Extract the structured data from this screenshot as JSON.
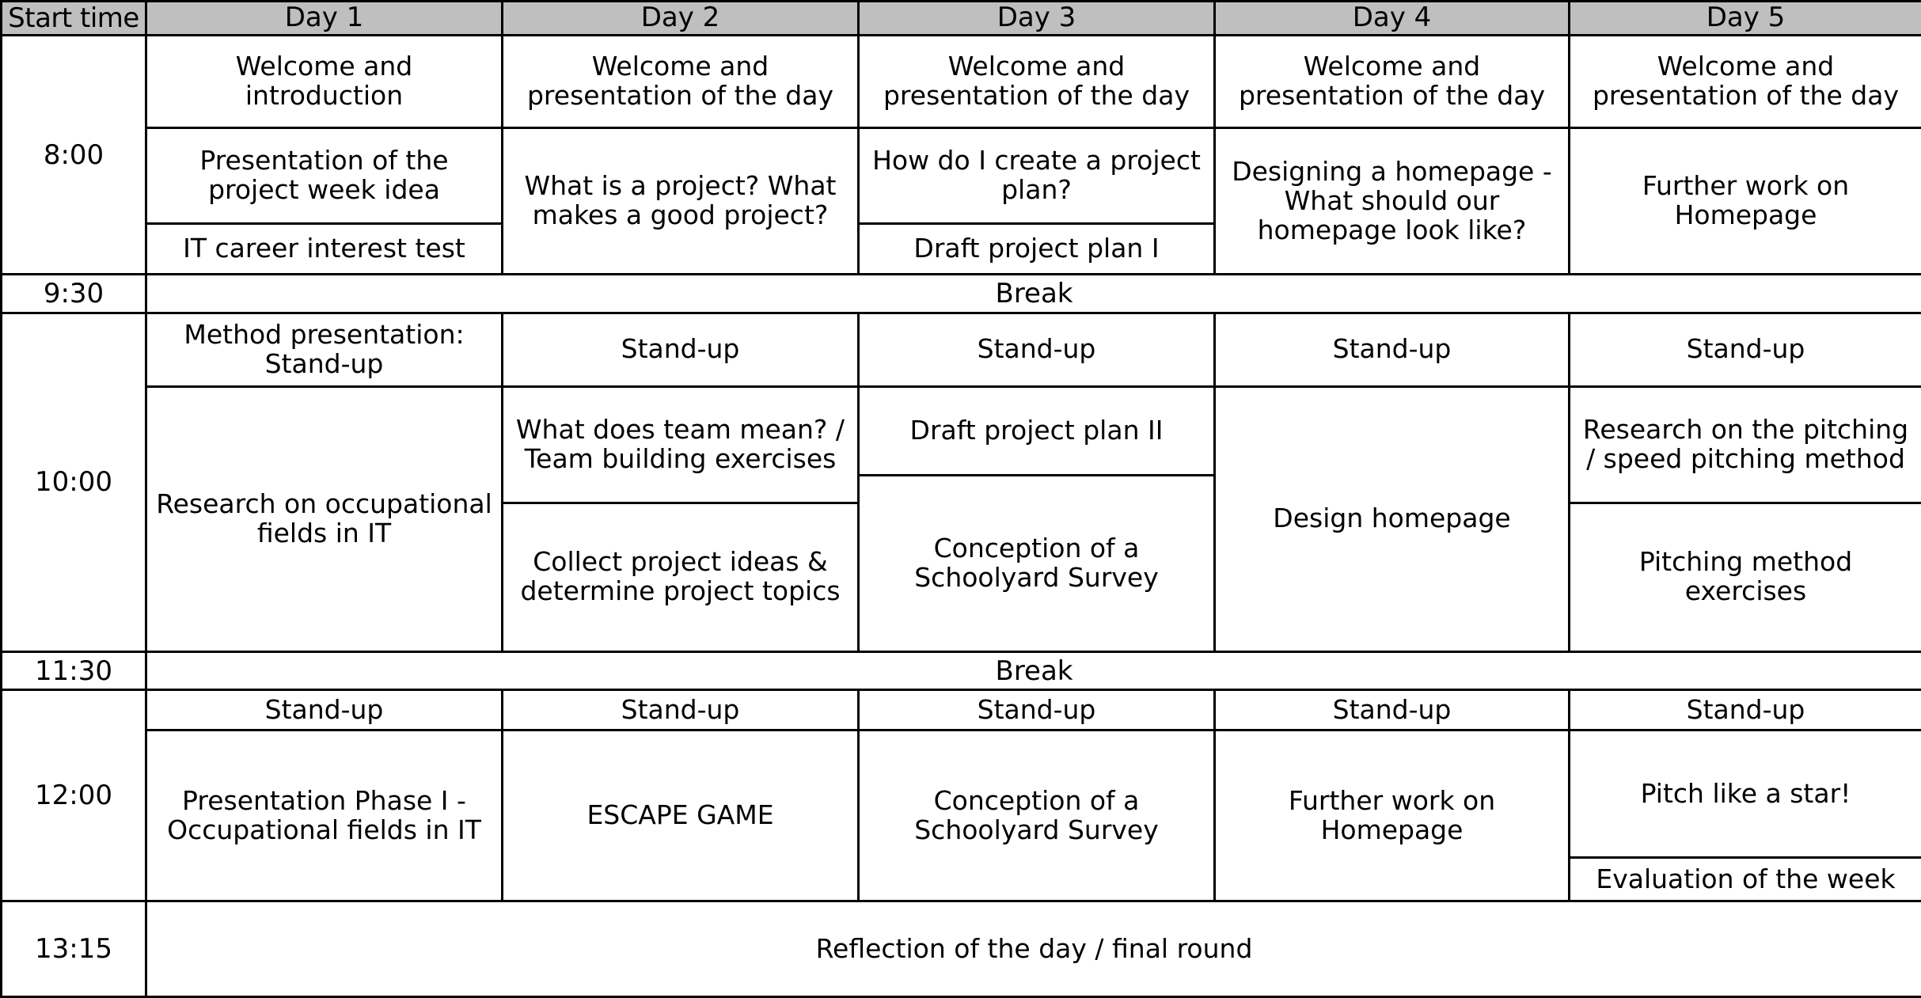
{
  "table": {
    "columns": [
      "Start time",
      "Day 1",
      "Day 2",
      "Day 3",
      "Day 4",
      "Day 5"
    ],
    "header": {
      "start_time": "Start time",
      "day1": "Day 1",
      "day2": "Day 2",
      "day3": "Day 3",
      "day4": "Day 4",
      "day5": "Day 5"
    },
    "times": {
      "t0800": "8:00",
      "t0930": "9:30",
      "t1000": "10:00",
      "t1130": "11:30",
      "t1200": "12:00",
      "t1315": "13:15"
    },
    "breaks": {
      "morning": "Break",
      "midday": "Break"
    },
    "closing": "Reflection of the day / final round",
    "blocks": {
      "b0800": {
        "day1": [
          "Welcome and introduction",
          "Presentation of the project week idea",
          "IT career interest test"
        ],
        "day2": [
          "Welcome and presentation of the day",
          "What is a project? What makes a good project?"
        ],
        "day3": [
          "Welcome and presentation of the day",
          "How do I create a project plan?",
          "Draft project plan I"
        ],
        "day4": [
          "Welcome and presentation of the day",
          "Designing a homepage - What should our homepage look like?"
        ],
        "day5": [
          "Welcome and presentation of the day",
          "Further work on Homepage"
        ]
      },
      "b1000": {
        "day1": [
          "Method presentation: Stand-up",
          "Research on occupational fields in IT"
        ],
        "day2": [
          "Stand-up",
          "What does team mean? / Team building exercises",
          "Collect project ideas & determine project topics"
        ],
        "day3": [
          "Stand-up",
          "Draft project plan II",
          "Conception of a Schoolyard Survey"
        ],
        "day4": [
          "Stand-up",
          "Design homepage"
        ],
        "day5": [
          "Stand-up",
          "Research on the pitching / speed pitching method",
          "Pitching method exercises"
        ]
      },
      "b1200": {
        "day1": [
          "Stand-up",
          "Presentation Phase I - Occupational fields in IT"
        ],
        "day2": [
          "Stand-up",
          "ESCAPE GAME"
        ],
        "day3": [
          "Stand-up",
          "Conception of a Schoolyard Survey"
        ],
        "day4": [
          "Stand-up",
          "Further work on Homepage"
        ],
        "day5": [
          "Stand-up",
          "Pitch like a star!",
          "Evaluation of the week"
        ]
      }
    }
  },
  "colors": {
    "header_background": "#BFBFBF",
    "border": "#000000",
    "cell_background": "#FFFFFF",
    "text": "#000000"
  }
}
